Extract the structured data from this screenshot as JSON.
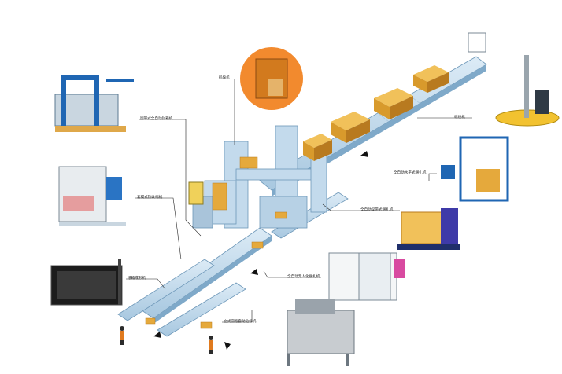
{
  "labels": {
    "palletizer": "码垛机",
    "case_sealer": "围带式全自动封箱机",
    "shrink_wrapper": "套膜式热收缩机",
    "case_erector": "纸箱成形机",
    "labeler": "立式圆瓶自动贴标机",
    "stretch_wrapper": "缠绕机",
    "horizontal_strapper": "全自动水平式捆扎机",
    "vertical_strapper": "全自动穿带式捆扎机",
    "auto_strapper": "全自动无人化捆扎机"
  },
  "colors": {
    "conveyor_top": "#c7dff0",
    "conveyor_side": "#7fa9c9",
    "frame": "#a9c4da",
    "box": "#e5a93c",
    "box_dark": "#b87a1f",
    "machine_blue": "#1f66b3",
    "arrow": "#111111",
    "worker": "#e07a1e"
  }
}
